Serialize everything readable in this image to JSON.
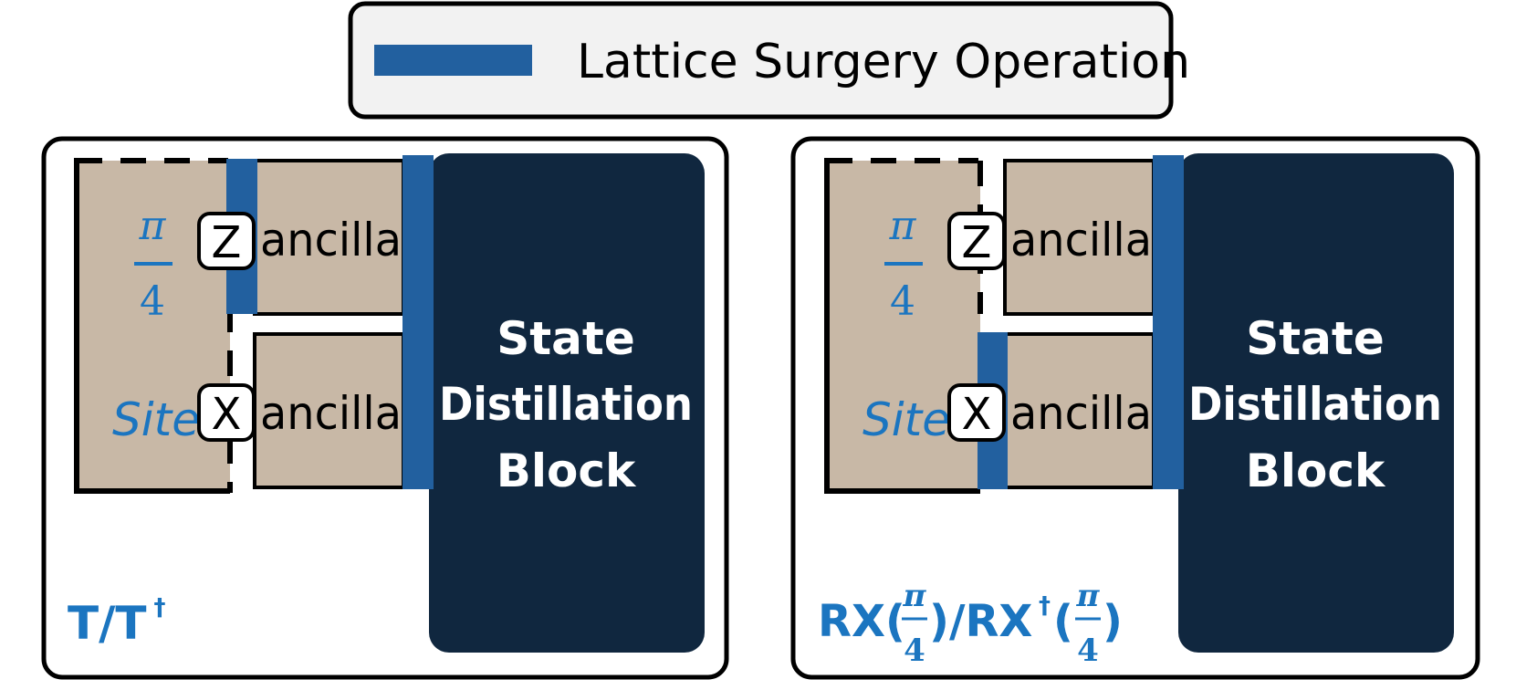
{
  "legend": {
    "label": "Lattice Surgery Operation",
    "swatch_color": "#22609f"
  },
  "colors": {
    "site_fill": "#c8b8a6",
    "ancilla_fill": "#c8b8a6",
    "block_fill": "#10273f",
    "lattice_op": "#22609f",
    "label_blue": "#1b75c0"
  },
  "panels": [
    {
      "site_label": "Site",
      "angle_numerator": "π",
      "angle_denominator": "4",
      "z_badge": "Z",
      "x_badge": "X",
      "ancilla_top": "ancilla",
      "ancilla_bottom": "ancilla",
      "block_line1": "State",
      "block_line2": "Distillation",
      "block_line3": "Block",
      "gate_name": "T/T",
      "gate_dagger": "†"
    },
    {
      "site_label": "Site",
      "angle_numerator": "π",
      "angle_denominator": "4",
      "z_badge": "Z",
      "x_badge": "X",
      "ancilla_top": "ancilla",
      "ancilla_bottom": "ancilla",
      "block_line1": "State",
      "block_line2": "Distillation",
      "block_line3": "Block",
      "gate_prefix": "RX(",
      "gate_frac_num": "π",
      "gate_frac_den": "4",
      "gate_mid": ")/RX",
      "gate_dagger": "†",
      "gate_open": "(",
      "gate_close": ")"
    }
  ]
}
